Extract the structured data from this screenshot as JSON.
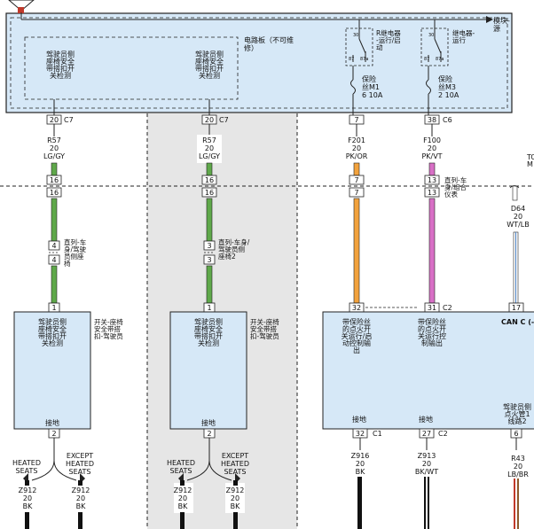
{
  "module": {
    "name_lines": [
      "模块-",
      "源"
    ],
    "board_label_lines": [
      "电路板（不可维",
      "修）"
    ]
  },
  "inner_switches": [
    {
      "lines": [
        "驾驶员侧",
        "座椅安全",
        "带搭扣开",
        "关检测"
      ]
    },
    {
      "lines": [
        "驾驶员侧",
        "座椅安全",
        "带搭扣开",
        "关检测"
      ]
    }
  ],
  "relays": [
    {
      "label_lines": [
        "R继电器",
        "-运行/启",
        "动"
      ],
      "pins": [
        "30",
        "87",
        "87a"
      ]
    },
    {
      "label_lines": [
        "继电器-",
        "运行"
      ],
      "pins": [
        "30",
        "87",
        "87a"
      ]
    }
  ],
  "fuses": [
    {
      "lines": [
        "保险",
        "丝M1",
        "6 10A"
      ]
    },
    {
      "lines": [
        "保险",
        "丝M3",
        "2 10A"
      ]
    }
  ],
  "connectors": {
    "c7a": {
      "pin": "20",
      "name": "C7"
    },
    "c7b": {
      "pin": "20",
      "name": "C7"
    },
    "c6a": {
      "pin": "7"
    },
    "c6b": {
      "pin": "38",
      "name": "C6"
    }
  },
  "wires": [
    {
      "circuit": "R57",
      "gauge": "20",
      "color": "LG/GY"
    },
    {
      "circuit": "R57",
      "gauge": "20",
      "color": "LG/GY"
    },
    {
      "circuit": "F201",
      "gauge": "20",
      "color": "PK/OR"
    },
    {
      "circuit": "F100",
      "gauge": "20",
      "color": "PK/VT"
    },
    {
      "circuit": "D64",
      "gauge": "20",
      "color": "WT/LB"
    }
  ],
  "inline_connectors": {
    "row1": [
      "16",
      "16",
      "7",
      "13"
    ],
    "row2": [
      "16",
      "16",
      "7",
      "13"
    ],
    "row1_label_lines": [
      "直列-车",
      "身/组合",
      "仪表"
    ],
    "lower_a": {
      "top": "4",
      "bottom": "4",
      "lines": [
        "直列-车",
        "身/驾驶",
        "员侧座",
        "椅"
      ]
    },
    "lower_b": {
      "top": "3",
      "bottom": "3",
      "lines": [
        "直列-车身/",
        "驾驶员侧",
        "座椅2"
      ]
    }
  },
  "partial_labels": {
    "top_right": [
      "TC",
      "M"
    ]
  },
  "switch_modules": [
    {
      "pin_top": "1",
      "inner_lines": [
        "驾驶员侧",
        "座椅安全",
        "带搭扣开",
        "关检测"
      ],
      "side_lines": [
        "开关-座椅",
        "安全带搭",
        "扣-驾驶员"
      ],
      "ground_label": "接地",
      "pin_bottom": "2"
    },
    {
      "pin_top": "1",
      "inner_lines": [
        "驾驶员侧",
        "座椅安全",
        "带搭扣开",
        "关检测"
      ],
      "side_lines": [
        "开关-座椅",
        "安全带搭",
        "扣-驾驶员"
      ],
      "ground_label": "接地",
      "pin_bottom": "2"
    }
  ],
  "right_module": {
    "pins_top": [
      {
        "pin": "32",
        "name": ""
      },
      {
        "pin": "31",
        "name": "C2"
      },
      {
        "pin": "17",
        "name": ""
      }
    ],
    "can_label": "CAN C (-",
    "outputs": [
      {
        "lines": [
          "带保险丝",
          "的点火开",
          "关运行/启",
          "动控制输",
          "出"
        ]
      },
      {
        "lines": [
          "带保险丝",
          "的点火开",
          "关运行控",
          "制输出"
        ]
      },
      {
        "lines": [
          "驾驶员侧",
          "点火管1",
          "线路2"
        ]
      }
    ],
    "grounds": [
      {
        "label": "接地",
        "pin": "32",
        "name": "C1"
      },
      {
        "label": "接地",
        "pin": "27",
        "name": "C2"
      },
      {
        "label": "",
        "pin": "6",
        "name": ""
      }
    ]
  },
  "options": {
    "heated": [
      "HEATED",
      "SEATS"
    ],
    "except": [
      "EXCEPT",
      "HEATED",
      "SEATS"
    ]
  },
  "ground_wires": [
    {
      "circuit": "Z912",
      "gauge": "20",
      "color": "BK"
    },
    {
      "circuit": "Z912",
      "gauge": "20",
      "color": "BK"
    },
    {
      "circuit": "Z912",
      "gauge": "20",
      "color": "BK"
    },
    {
      "circuit": "Z912",
      "gauge": "20",
      "color": "BK"
    },
    {
      "circuit": "Z916",
      "gauge": "20",
      "color": "BK"
    },
    {
      "circuit": "Z913",
      "gauge": "20",
      "color": "BK/WT"
    },
    {
      "circuit": "R43",
      "gauge": "20",
      "color": "LB/BR"
    }
  ],
  "colors": {
    "module_fill": "#d6e8f7",
    "shade_fill": "#e6e6e6",
    "wire_green": "#5fa84a",
    "wire_orange": "#f2a23c",
    "wire_pink": "#d86fc6",
    "wire_red": "#c0392b"
  }
}
